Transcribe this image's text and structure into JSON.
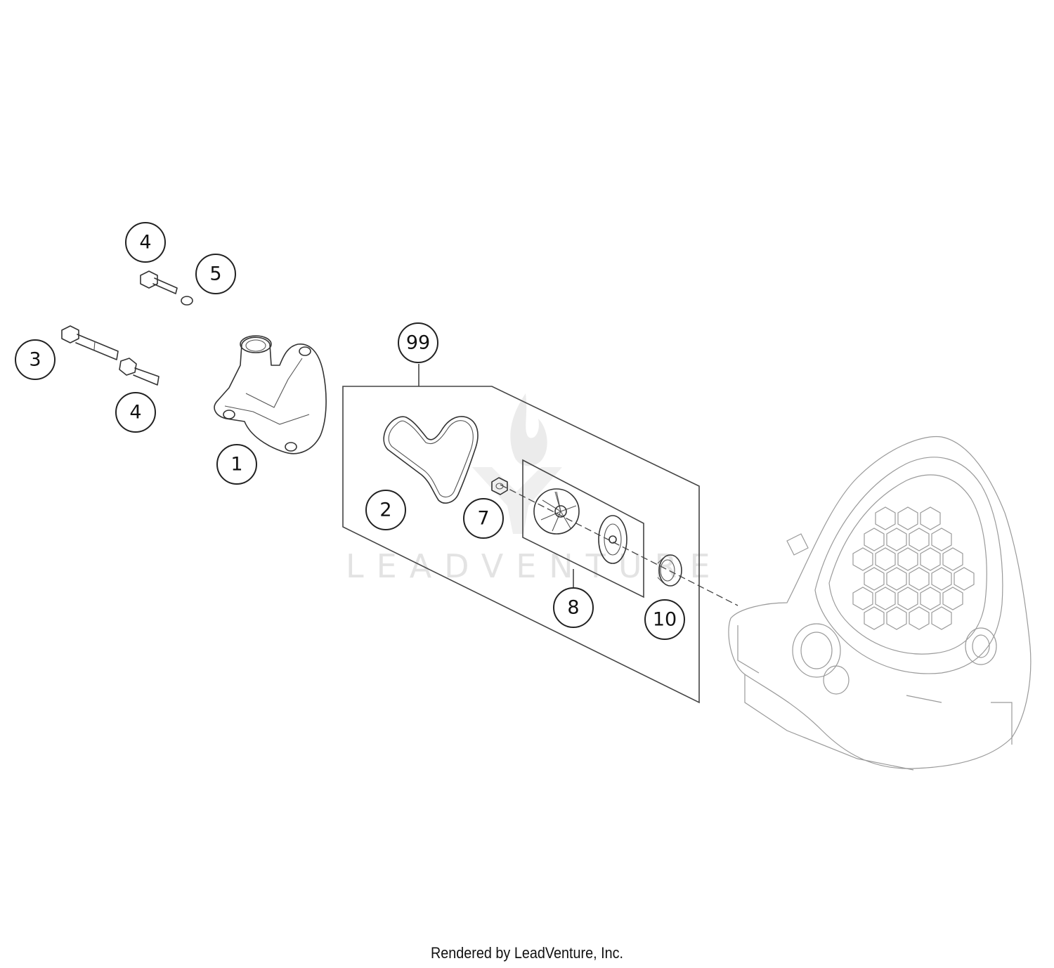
{
  "watermark": {
    "text": "LEADVENTURE",
    "icon": "flame-logo-icon"
  },
  "callouts": {
    "c1": "1",
    "c2": "2",
    "c3": "3",
    "c4a": "4",
    "c4b": "4",
    "c5": "5",
    "c7": "7",
    "c8": "8",
    "c10": "10",
    "c99": "99"
  },
  "footer": {
    "text": "Rendered by LeadVenture, Inc."
  }
}
